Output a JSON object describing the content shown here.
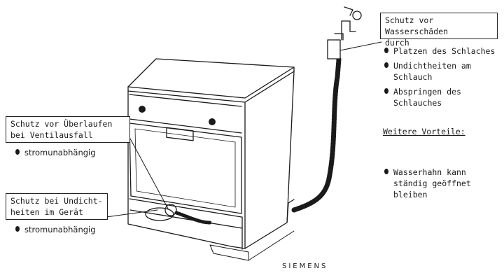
{
  "callout_water_damage": {
    "title_line1": "Schutz vor Wasserschäden",
    "title_line2": "durch",
    "items": [
      {
        "line1": "Platzen des Schlaches",
        "line2": ""
      },
      {
        "line1": "Undichtheiten am",
        "line2": "Schlauch"
      },
      {
        "line1": "Abspringen des",
        "line2": "Schlauches"
      }
    ]
  },
  "advantages": {
    "heading": "Weitere Vorteile:",
    "items": [
      {
        "line1": "Wasserhahn kann",
        "line2": "ständig geöffnet",
        "line3": "bleiben"
      }
    ]
  },
  "callout_overflow": {
    "title_line1": "Schutz vor Überlaufen",
    "title_line2": "bei Ventilausfall",
    "note": "stromunabhängig"
  },
  "callout_leak": {
    "title_line1": "Schutz bei Undicht-",
    "title_line2": "heiten im Gerät",
    "note": "stromunabhängig"
  },
  "brand": "SIEMENS"
}
